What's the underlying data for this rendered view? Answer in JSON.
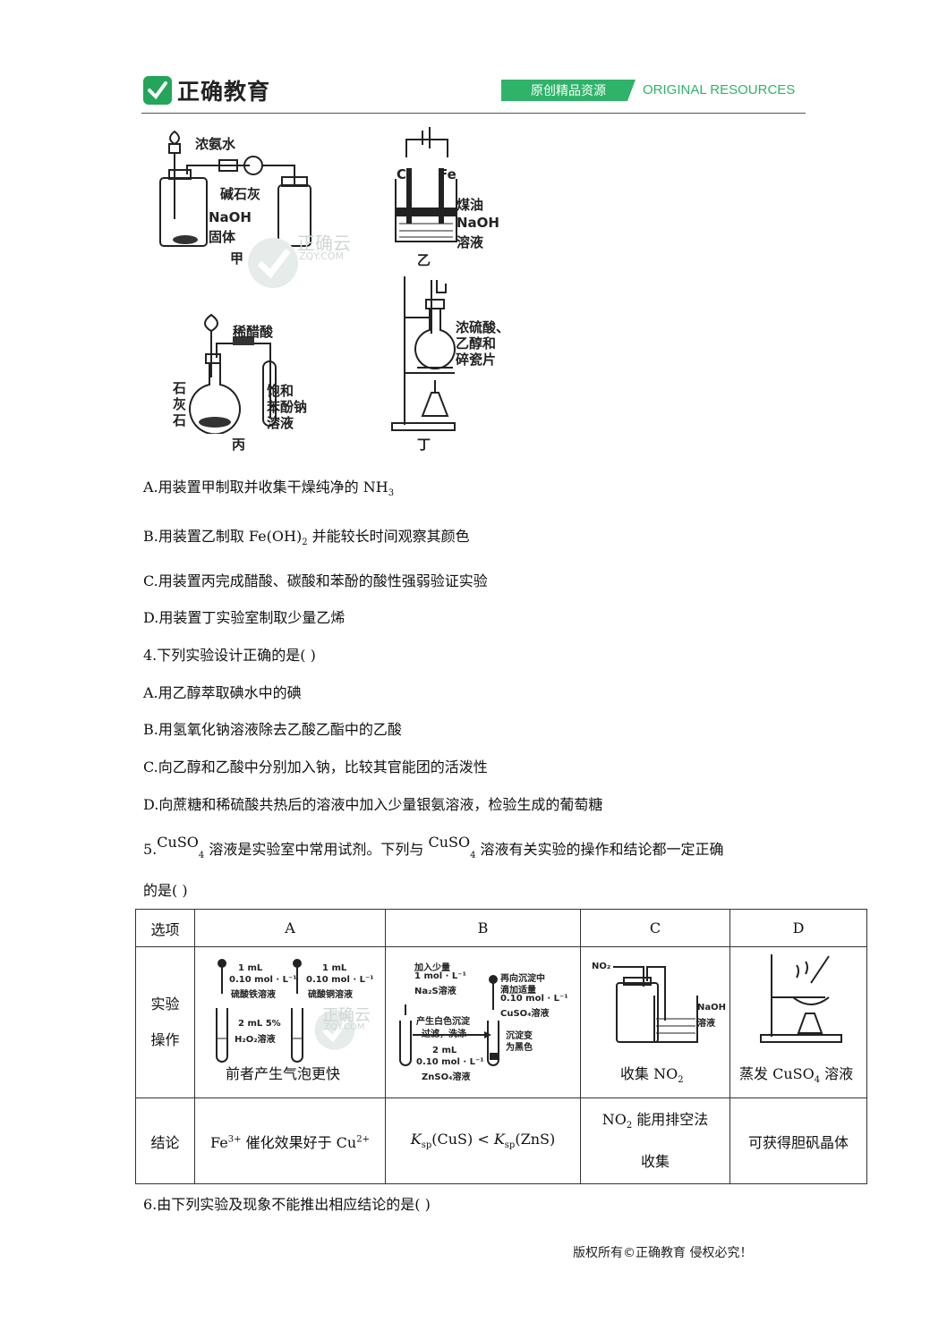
{
  "header": {
    "brand": "正确教育",
    "tag_cn": "原创精品资源",
    "tag_en": "ORIGINAL RESOURCES"
  },
  "watermark": {
    "cn": "正确云",
    "en": "ZQY.COM"
  },
  "figures": {
    "jia": {
      "name": "甲",
      "labels": [
        "浓氨水",
        "碱石灰",
        "NaOH",
        "固体"
      ]
    },
    "yi": {
      "name": "乙",
      "labels": [
        "C",
        "Fe",
        "煤油",
        "NaOH",
        "溶液"
      ]
    },
    "bing": {
      "name": "丙",
      "labels": [
        "稀醋酸",
        "石",
        "灰",
        "石",
        "饱和",
        "苯酚钠",
        "溶液"
      ]
    },
    "ding": {
      "name": "丁",
      "labels": [
        "浓硫酸、",
        "乙醇和",
        "碎瓷片"
      ]
    }
  },
  "q3_options": {
    "a": "A.用装置甲制取并收集干燥纯净的 NH",
    "a_sub": "3",
    "b_pre": "B.用装置乙制取 Fe(OH)",
    "b_sub": "2",
    "b_post": " 并能较长时间观察其颜色",
    "c": "C.用装置丙完成醋酸、碳酸和苯酚的酸性强弱验证实验",
    "d": "D.用装置丁实验室制取少量乙烯"
  },
  "q4": {
    "stem": "4.下列实验设计正确的是(      )",
    "a": "A.用乙醇萃取碘水中的碘",
    "b": "B.用氢氧化钠溶液除去乙酸乙酯中的乙酸",
    "c": "C.向乙醇和乙酸中分别加入钠，比较其官能团的活泼性",
    "d": "D.向蔗糖和稀硫酸共热后的溶液中加入少量银氨溶液，检验生成的葡萄糖"
  },
  "q5": {
    "p1": "5.",
    "f1": "CuSO",
    "f1_sub": "4",
    "p2": " 溶液是实验室中常用试剂。下列与 ",
    "f2": "CuSO",
    "f2_sub": "4",
    "p3": " 溶液有关实验的操作和结论都一定正确",
    "line2": "的是(      )"
  },
  "table": {
    "header": [
      "选项",
      "A",
      "B",
      "C",
      "D"
    ],
    "row1_label": [
      "实验",
      "操作"
    ],
    "row2_label": "结论",
    "A": {
      "fig_labels": [
        "1 mL",
        "0.10 mol · L⁻¹",
        "硫酸铁溶液",
        "1 mL",
        "0.10 mol · L⁻¹",
        "硫酸铜溶液",
        "2 mL 5%",
        "H₂O₂溶液"
      ],
      "caption": "前者产生气泡更快",
      "conclusion_pre": "Fe",
      "conclusion_sup1": "3+",
      "conclusion_mid": " 催化效果好于 Cu",
      "conclusion_sup2": "2+"
    },
    "B": {
      "fig_labels": [
        "加入少量",
        "1 mol · L⁻¹",
        "Na₂S溶液",
        "再向沉淀中",
        "滴加适量",
        "0.10 mol · L⁻¹",
        "CuSO₄溶液",
        "产生白色沉淀",
        "过滤，洗涤",
        "沉淀变",
        "为黑色",
        "2 mL",
        "0.10 mol · L⁻¹",
        "ZnSO₄溶液"
      ],
      "conclusion": "K",
      "k1_sub": "sp",
      "k1_arg": "(CuS)",
      "lt": " < ",
      "k2": "K",
      "k2_sub": "sp",
      "k2_arg": "(ZnS)"
    },
    "C": {
      "fig_labels": [
        "NO₂",
        "NaOH",
        "溶液"
      ],
      "caption_pre": "收集 NO",
      "caption_sub": "2",
      "conclusion_l1_pre": "NO",
      "conclusion_l1_sub": "2",
      "conclusion_l1_post": " 能用排空法",
      "conclusion_l2": "收集"
    },
    "D": {
      "caption_pre": "蒸发 CuSO",
      "caption_sub": "4",
      "caption_post": " 溶液",
      "conclusion": "可获得胆矾晶体"
    }
  },
  "q6": {
    "stem": "6.由下列实验及现象不能推出相应结论的是(      )"
  },
  "footer": "版权所有©正确教育  侵权必究！",
  "colors": {
    "brand_green": "#2fb36a"
  }
}
